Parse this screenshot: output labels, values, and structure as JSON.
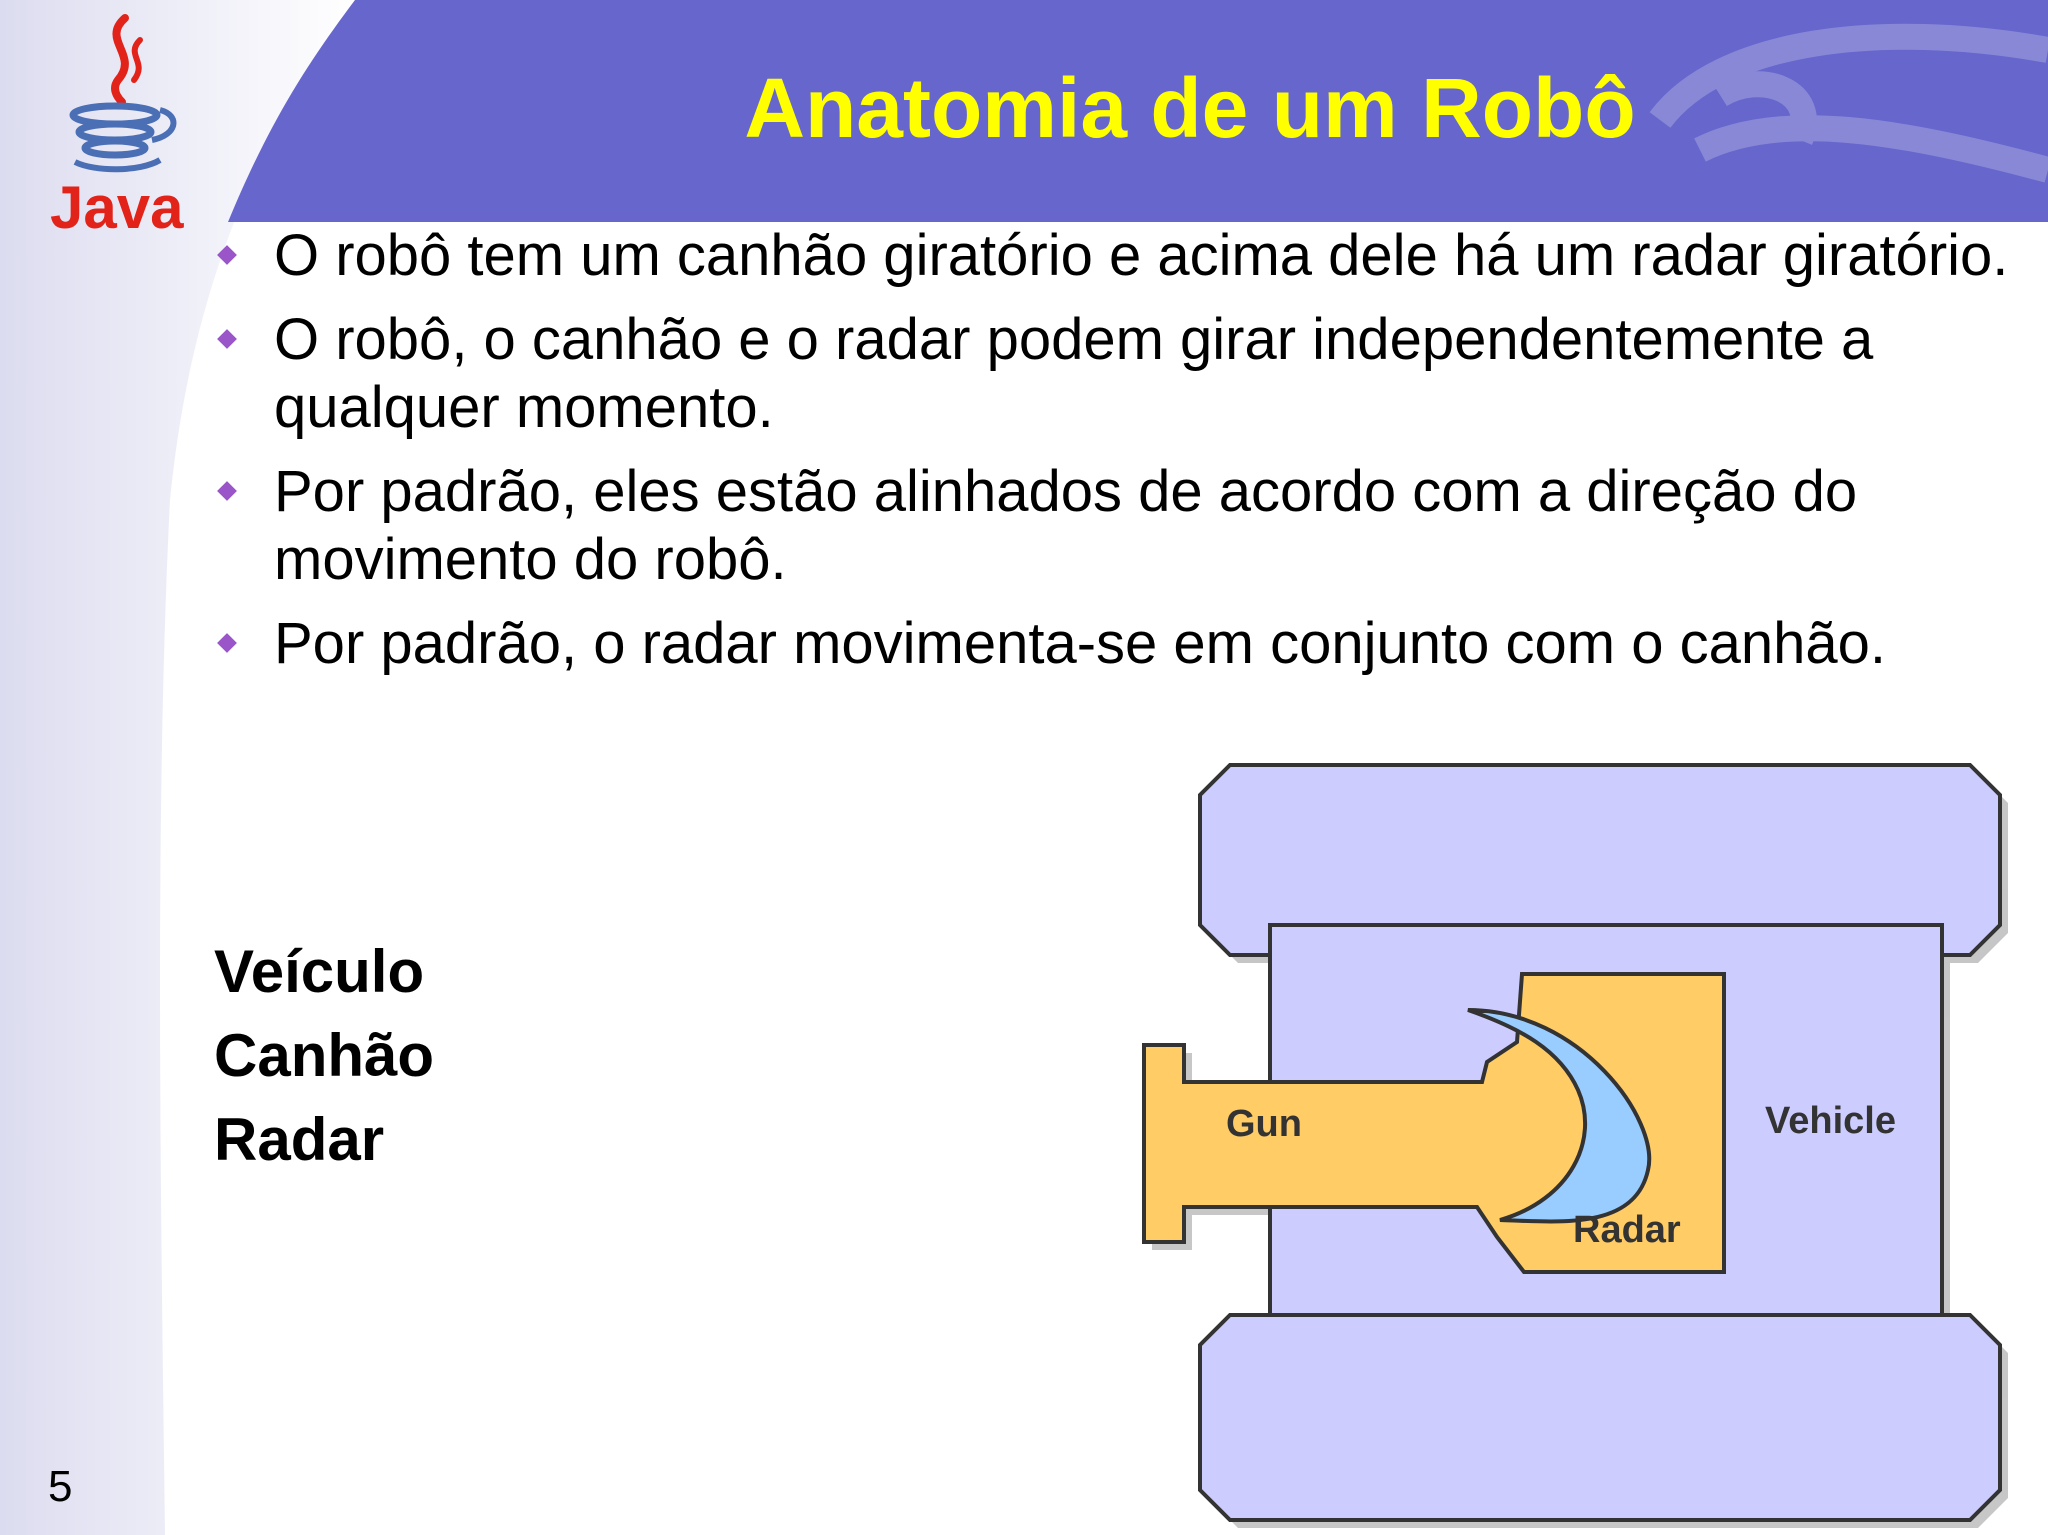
{
  "slide": {
    "title": "Anatomia de um Robô",
    "page_number": "5",
    "logo_text": "Java",
    "bullets": [
      "O robô tem um canhão giratório e acima dele há um radar giratório.",
      "O robô, o canhão e o radar podem girar independentemente a qualquer momento.",
      "Por padrão, eles estão alinhados de acordo com a direção do movimento do robô.",
      "Por padrão, o radar movimenta-se em conjunto com o canhão."
    ],
    "labels": [
      "Veículo",
      "Canhão",
      "Radar"
    ]
  },
  "diagram": {
    "gun_label": "Gun",
    "radar_label": "Radar",
    "vehicle_label": "Vehicle"
  },
  "colors": {
    "header_bar": "#6666cc",
    "title_text": "#ffff00",
    "bullet_marker": "#9a55c8",
    "vehicle_fill": "#ccccff",
    "gun_fill": "#ffcc66",
    "radar_fill": "#99ccff"
  },
  "icons": {
    "logo": "java-coffee-cup-icon",
    "bullet": "diamond-bullet-icon"
  }
}
